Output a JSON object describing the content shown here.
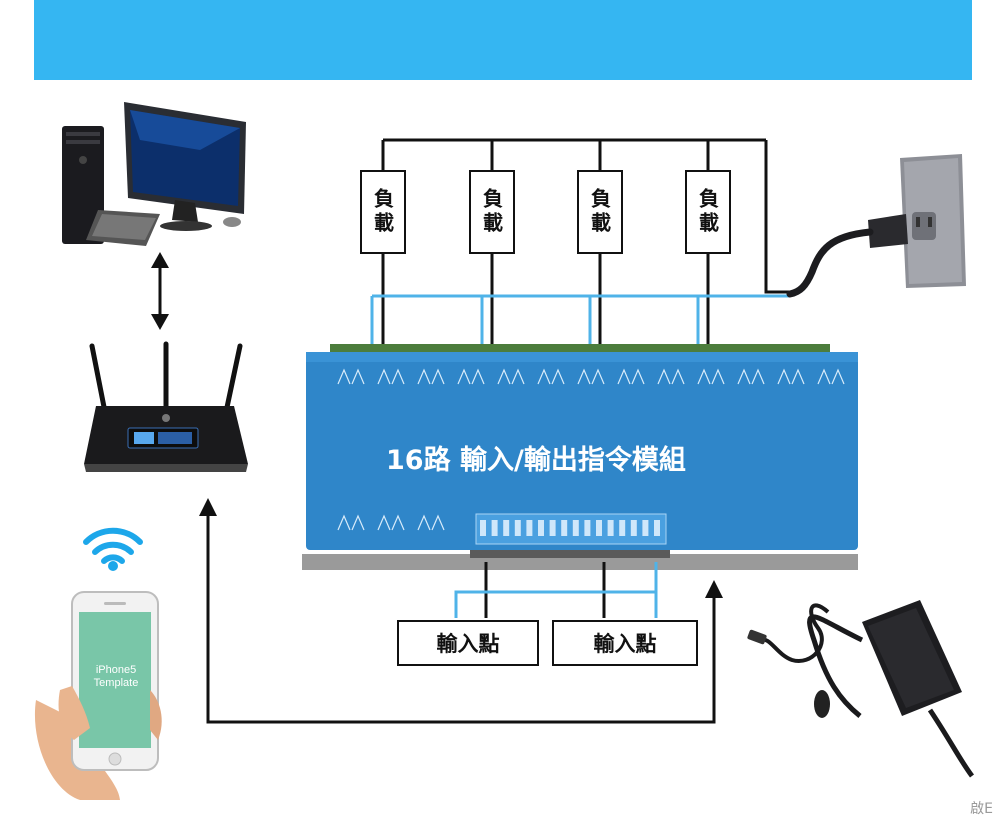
{
  "module": {
    "title": "16路 輸入/輸出指令模組"
  },
  "loads": [
    {
      "label": "負載"
    },
    {
      "label": "負載"
    },
    {
      "label": "負載"
    },
    {
      "label": "負載"
    }
  ],
  "inputs": [
    {
      "label": "輸入點"
    },
    {
      "label": "輸入點"
    }
  ],
  "phone": {
    "line1": "iPhone5",
    "line2": "Template"
  },
  "watermark": "啟E",
  "colors": {
    "banner": "#35b6f2",
    "module": "#2f86c9",
    "wire_blue": "#4fb3e8",
    "wire_black": "#111111"
  },
  "icons": [
    "desktop-computer-icon",
    "wireless-router-icon",
    "wifi-icon",
    "smartphone-icon",
    "wall-outlet-icon",
    "power-adapter-icon",
    "bidirectional-arrow-icon"
  ]
}
